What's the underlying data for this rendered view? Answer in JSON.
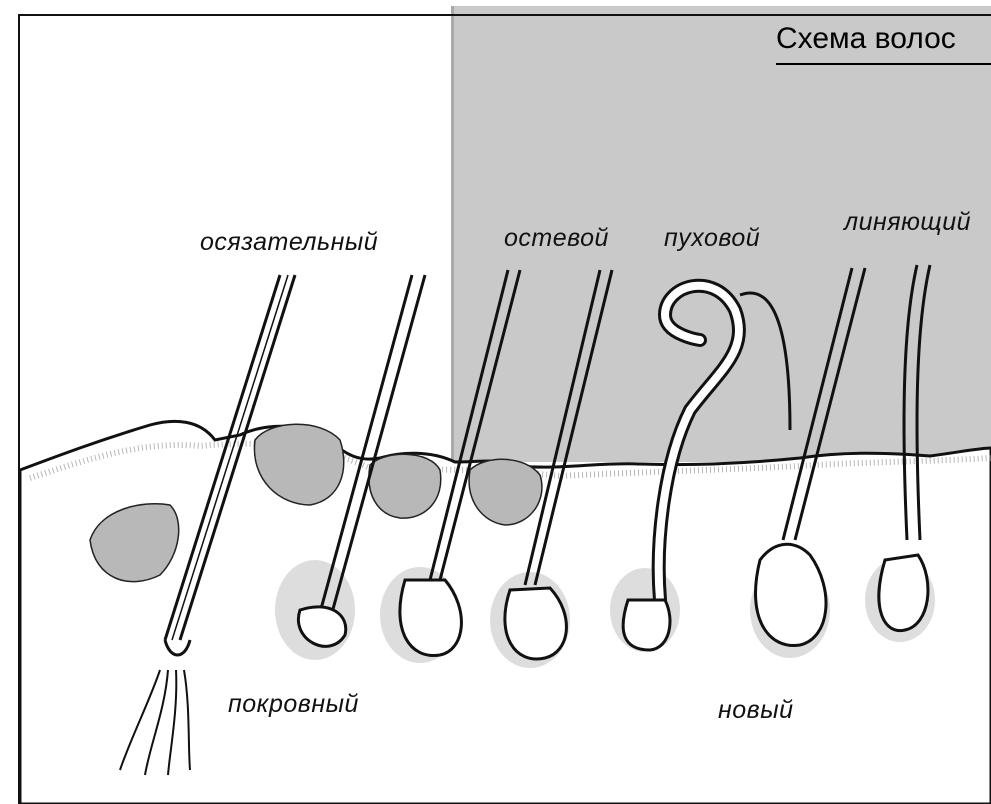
{
  "title": "Схема волос",
  "labels": {
    "tactile": "осязательный",
    "guard": "остевой",
    "down": "пуховой",
    "molting": "линяющий",
    "covering": "покровный",
    "new": "новый"
  },
  "colors": {
    "panel": "#c9c9c9",
    "gland": "#b8b8b8",
    "ink": "#111111"
  }
}
